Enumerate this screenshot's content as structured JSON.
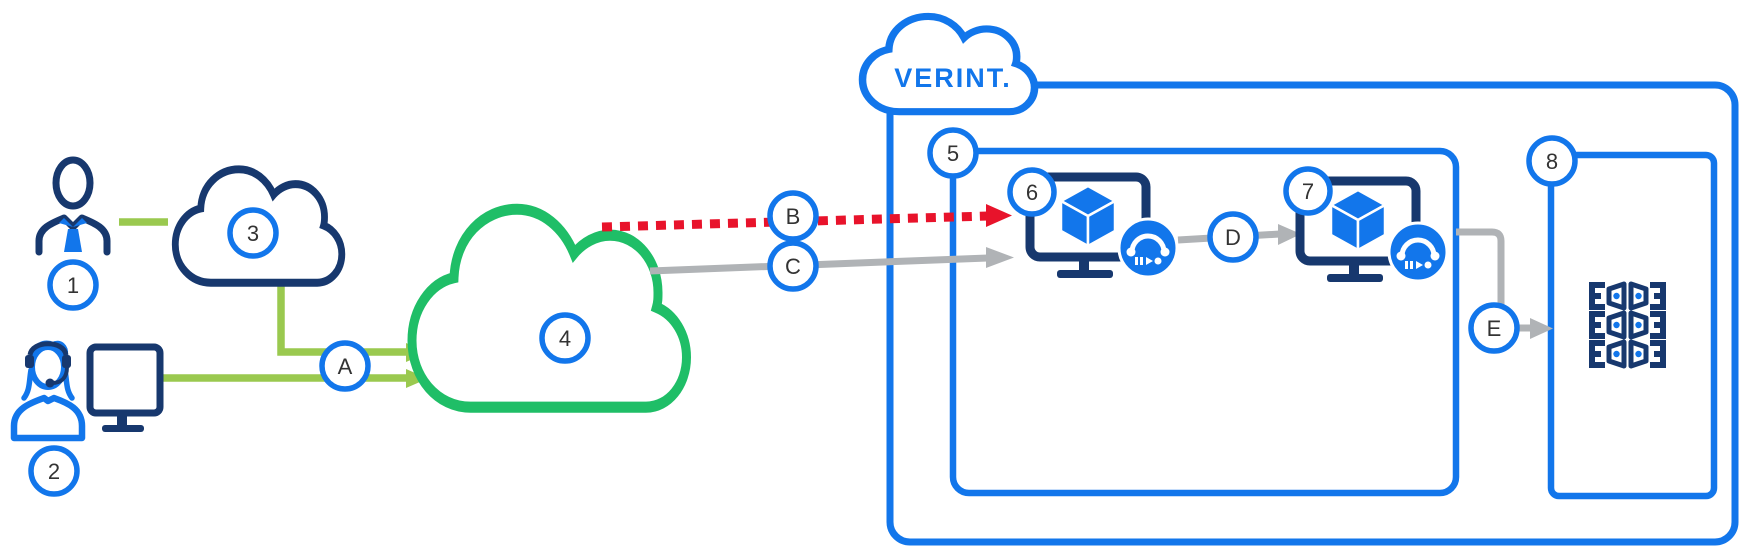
{
  "title": {
    "brand": "VERINT."
  },
  "colors": {
    "verint_blue": "#1276EB",
    "navy": "#17386E",
    "cloud_green": "#1FBE67",
    "arrow_lime": "#9AC94F",
    "arrow_red": "#E8132B",
    "arrow_gray": "#B0B3B6",
    "label_text": "#333333",
    "background": "#FFFFFF"
  },
  "nodes": [
    {
      "badge": "1",
      "icon": "businessman-icon"
    },
    {
      "badge": "2",
      "icon": "agent-headset-monitor-icon"
    },
    {
      "badge": "3",
      "icon": "navy-cloud-icon"
    },
    {
      "badge": "4",
      "icon": "green-cloud-icon"
    },
    {
      "badge": "5",
      "icon": "container-box"
    },
    {
      "badge": "6",
      "icon": "monitor-cube-recorder-icon"
    },
    {
      "badge": "7",
      "icon": "monitor-cube-recorder-icon"
    },
    {
      "badge": "8",
      "icon": "application-grid-box"
    }
  ],
  "connectors": [
    {
      "label": "A",
      "color": "#9AC94F",
      "style": "solid"
    },
    {
      "label": "B",
      "color": "#E8132B",
      "style": "dashed"
    },
    {
      "label": "C",
      "color": "#B0B3B6",
      "style": "solid"
    },
    {
      "label": "D",
      "color": "#B0B3B6",
      "style": "solid"
    },
    {
      "label": "E",
      "color": "#B0B3B6",
      "style": "solid"
    }
  ],
  "icons": {
    "businessman-icon": "person outline with blue tie",
    "agent-headset-monitor-icon": "agent with headset at monitor",
    "navy-cloud-icon": "cloud outline",
    "green-cloud-icon": "cloud outline",
    "verint-cloud-icon": "cloud outline with brand wordmark",
    "monitor-cube-recorder-icon": "monitor with cube and phone recorder badge",
    "application-grid-icon": "mirrored bracket-wedge grid"
  }
}
